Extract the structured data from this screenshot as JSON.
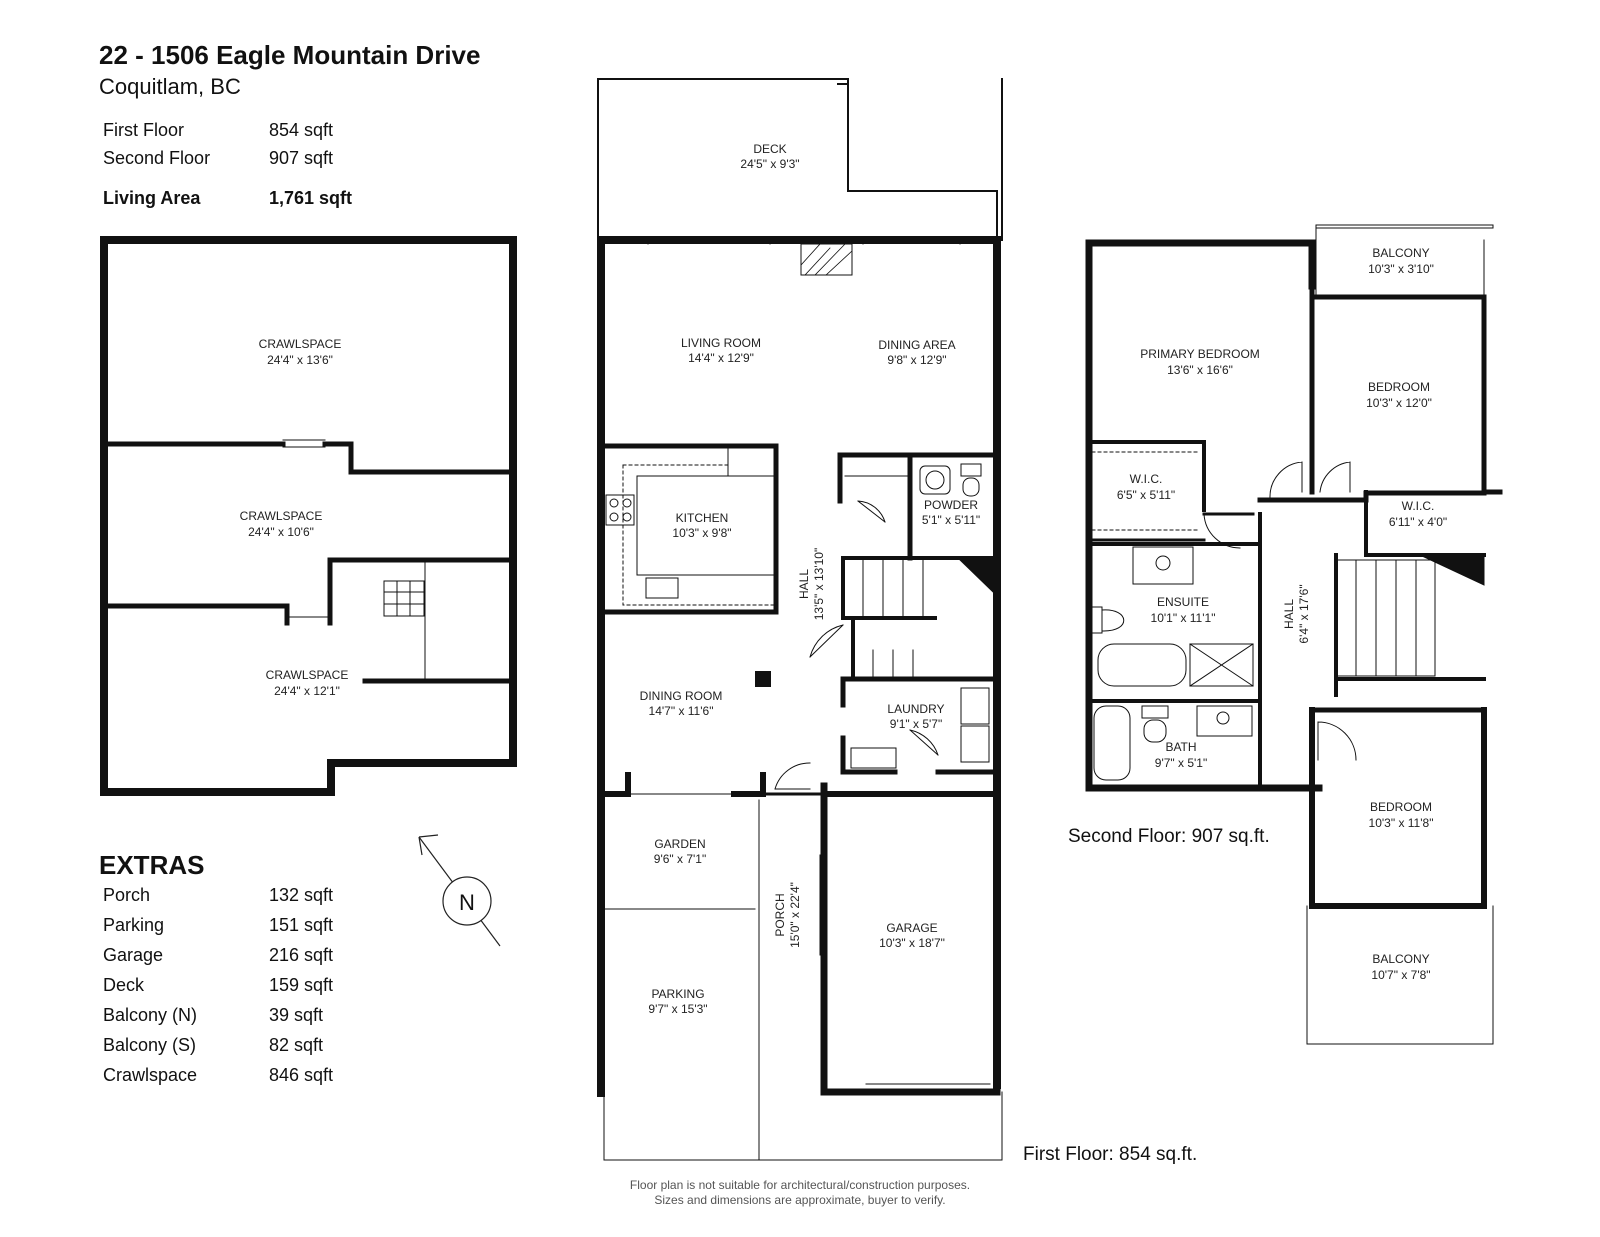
{
  "header": {
    "address": "22 - 1506 Eagle Mountain Drive",
    "city": "Coquitlam, BC"
  },
  "areas": [
    {
      "label": "First Floor",
      "value": "854 sqft"
    },
    {
      "label": "Second Floor",
      "value": "907 sqft"
    }
  ],
  "living_area": {
    "label": "Living Area",
    "value": "1,761 sqft"
  },
  "extras": {
    "heading": "EXTRAS",
    "items": [
      {
        "label": "Porch",
        "value": "132 sqft"
      },
      {
        "label": "Parking",
        "value": "151 sqft"
      },
      {
        "label": "Garage",
        "value": "216 sqft"
      },
      {
        "label": "Deck",
        "value": "159 sqft"
      },
      {
        "label": "Balcony (N)",
        "value": "39 sqft"
      },
      {
        "label": "Balcony (S)",
        "value": "82 sqft"
      },
      {
        "label": "Crawlspace",
        "value": "846 sqft"
      }
    ]
  },
  "compass": {
    "letter": "N"
  },
  "crawlspace": {
    "rooms": [
      {
        "name": "CRAWLSPACE",
        "dims": "24'4\" x 13'6\""
      },
      {
        "name": "CRAWLSPACE",
        "dims": "24'4\" x 10'6\""
      },
      {
        "name": "CRAWLSPACE",
        "dims": "24'4\" x 12'1\""
      }
    ]
  },
  "first_floor": {
    "label": "First Floor: 854 sq.ft.",
    "rooms": [
      {
        "name": "DECK",
        "dims": "24'5\" x 9'3\""
      },
      {
        "name": "LIVING ROOM",
        "dims": "14'4\" x 12'9\""
      },
      {
        "name": "DINING AREA",
        "dims": "9'8\" x 12'9\""
      },
      {
        "name": "KITCHEN",
        "dims": "10'3\" x 9'8\""
      },
      {
        "name": "POWDER",
        "dims": "5'1\" x 5'11\""
      },
      {
        "name": "HALL",
        "dims": "13'5\" x 13'10\""
      },
      {
        "name": "DINING ROOM",
        "dims": "14'7\" x 11'6\""
      },
      {
        "name": "LAUNDRY",
        "dims": "9'1\" x 5'7\""
      },
      {
        "name": "GARDEN",
        "dims": "9'6\" x 7'1\""
      },
      {
        "name": "PORCH",
        "dims": "15'0\" x 22'4\""
      },
      {
        "name": "GARAGE",
        "dims": "10'3\" x 18'7\""
      },
      {
        "name": "PARKING",
        "dims": "9'7\" x 15'3\""
      }
    ]
  },
  "second_floor": {
    "label": "Second Floor: 907 sq.ft.",
    "rooms": [
      {
        "name": "BALCONY",
        "dims": "10'3\" x 3'10\""
      },
      {
        "name": "PRIMARY BEDROOM",
        "dims": "13'6\" x 16'6\""
      },
      {
        "name": "BEDROOM",
        "dims": "10'3\" x 12'0\""
      },
      {
        "name": "W.I.C.",
        "dims": "6'5\" x 5'11\""
      },
      {
        "name": "W.I.C.",
        "dims": "6'11\" x 4'0\""
      },
      {
        "name": "ENSUITE",
        "dims": "10'1\" x 11'1\""
      },
      {
        "name": "HALL",
        "dims": "6'4\" x 17'6\""
      },
      {
        "name": "BATH",
        "dims": "9'7\" x 5'1\""
      },
      {
        "name": "BEDROOM",
        "dims": "10'3\" x 11'8\""
      },
      {
        "name": "BALCONY",
        "dims": "10'7\" x 7'8\""
      }
    ]
  },
  "disclaimer": {
    "line1": "Floor plan is not suitable for architectural/construction purposes.",
    "line2": "Sizes and dimensions are approximate, buyer to verify."
  }
}
